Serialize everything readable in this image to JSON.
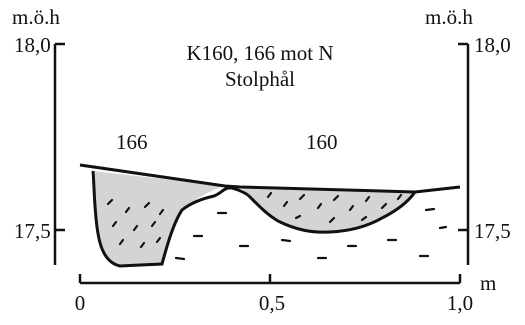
{
  "title": {
    "line1": "K160, 166 mot N",
    "line2": "Stolphål"
  },
  "axes": {
    "left_unit": "m.ö.h",
    "right_unit": "m.ö.h",
    "x_unit": "m",
    "y_ticks": [
      "18,0",
      "17,5"
    ],
    "x_ticks": [
      "0",
      "0,5",
      "1,0"
    ]
  },
  "features": {
    "left_label": "166",
    "right_label": "160"
  },
  "colors": {
    "ink": "#111111",
    "fill": "#d4d4d4",
    "background": "#ffffff"
  }
}
